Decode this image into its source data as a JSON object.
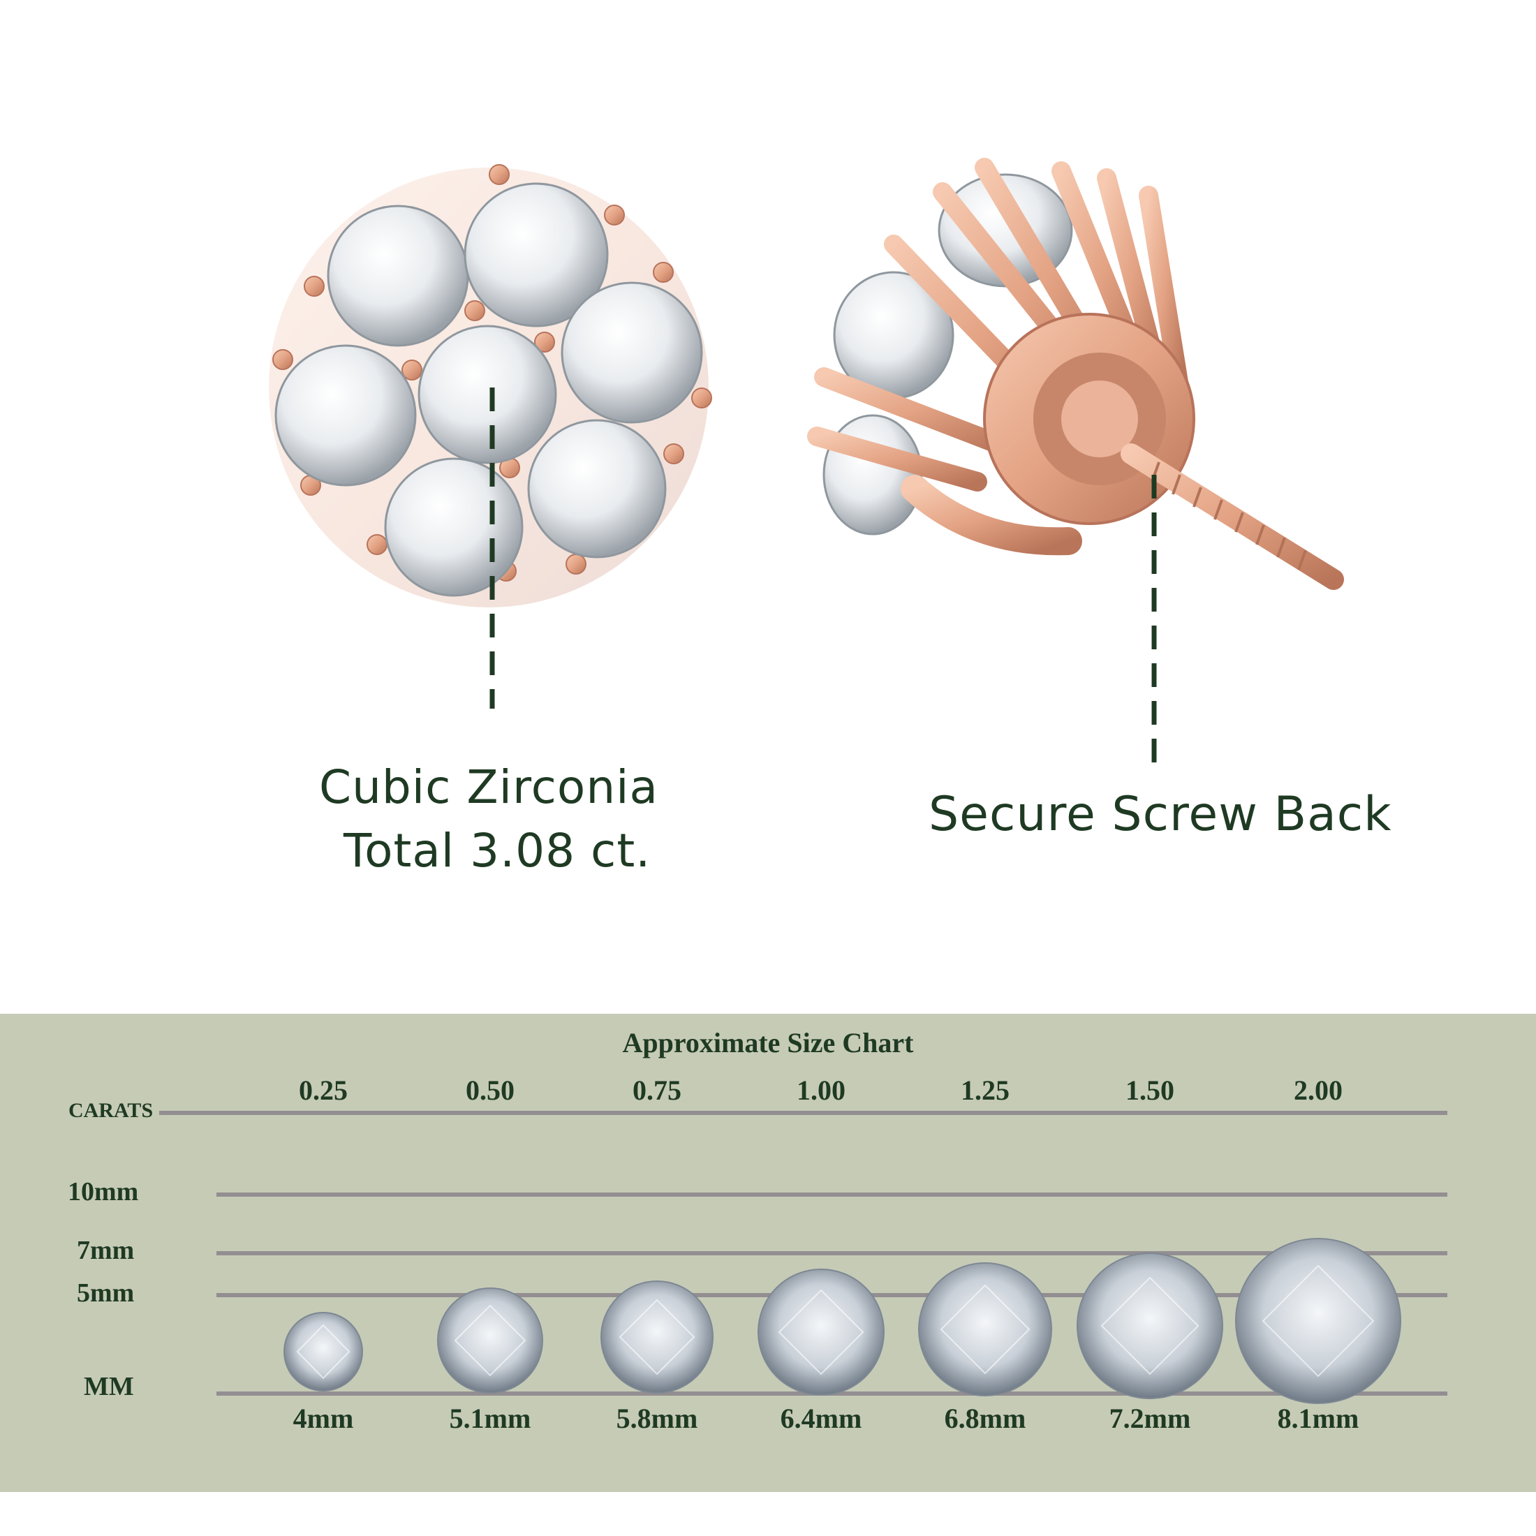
{
  "product": {
    "stones_label": "Cubic Zirconia",
    "stones_total": "Total 3.08 ct.",
    "back_label": "Secure Screw Back",
    "metal_color": "#e7a98b",
    "stone_color": "#eef0f3",
    "callout_line_color": "#1f3a23"
  },
  "chart": {
    "title": "Approximate Size Chart",
    "carats_label": "CARATS",
    "mm_label": "MM",
    "row_labels": [
      "10mm",
      "7mm",
      "5mm"
    ],
    "columns": [
      {
        "carat": "0.25",
        "mm": "4mm"
      },
      {
        "carat": "0.50",
        "mm": "5.1mm"
      },
      {
        "carat": "0.75",
        "mm": "5.8mm"
      },
      {
        "carat": "1.00",
        "mm": "6.4mm"
      },
      {
        "carat": "1.25",
        "mm": "6.8mm"
      },
      {
        "carat": "1.50",
        "mm": "7.2mm"
      },
      {
        "carat": "2.00",
        "mm": "8.1mm"
      }
    ],
    "panel_color": "#c6cbb6",
    "rule_color": "#938e91"
  }
}
